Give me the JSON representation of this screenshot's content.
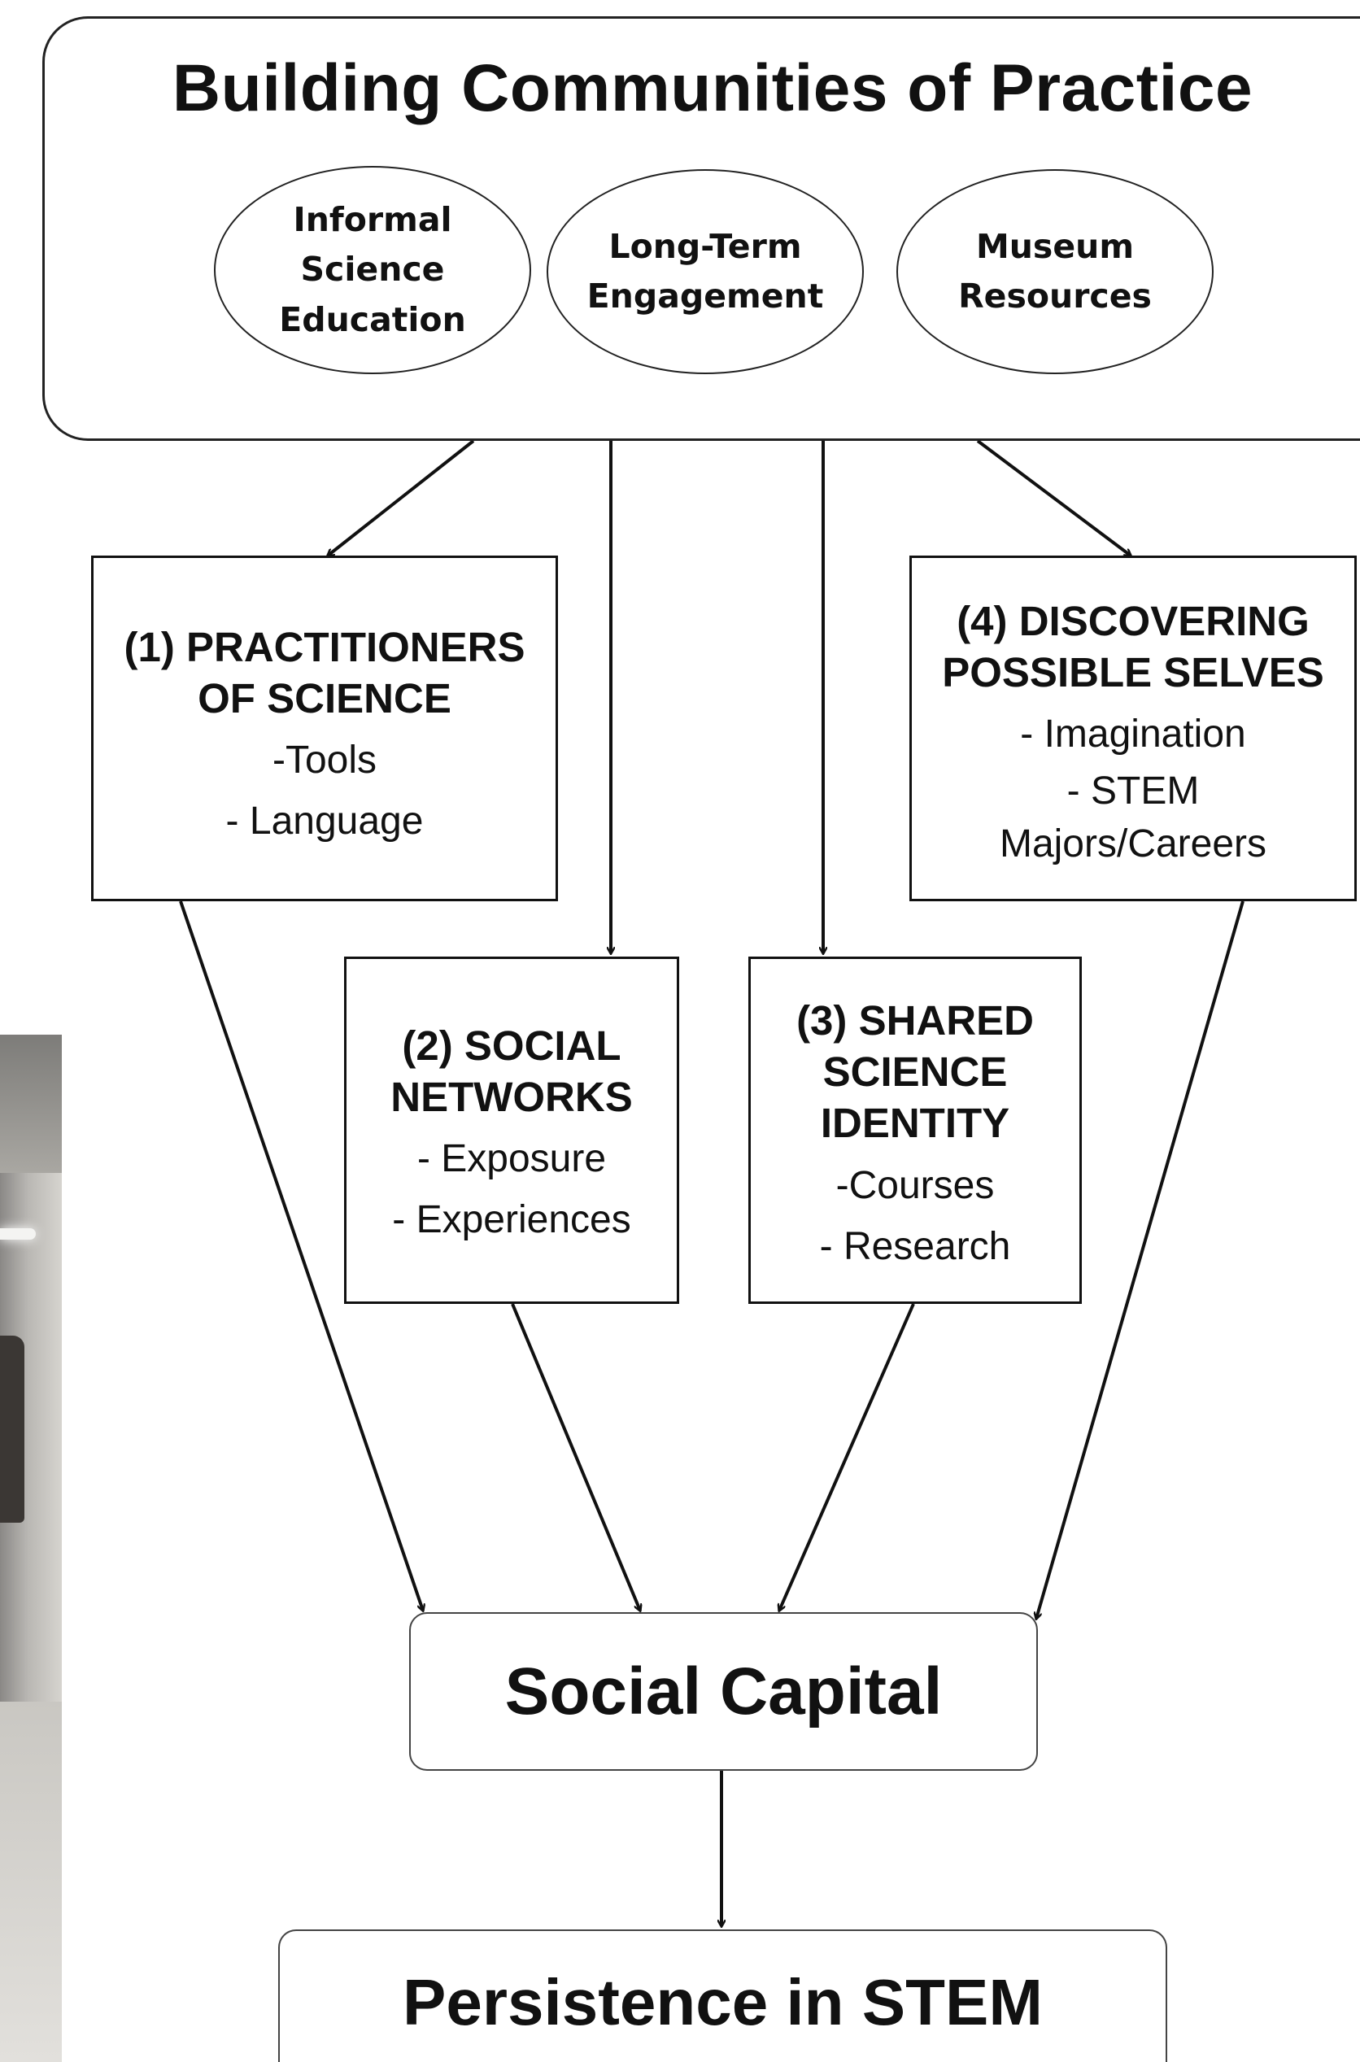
{
  "title": "Building Communities of Practice",
  "ovals": [
    {
      "lines": [
        "Informal",
        "Science",
        "Education"
      ]
    },
    {
      "lines": [
        "Long-Term",
        "Engagement"
      ]
    },
    {
      "lines": [
        "Museum",
        "Resources"
      ]
    }
  ],
  "boxes": {
    "practitioners": {
      "head": [
        "(1) PRACTITIONERS",
        "OF SCIENCE"
      ],
      "items": [
        "-Tools",
        "- Language"
      ]
    },
    "social_networks": {
      "head": [
        "(2) SOCIAL",
        "NETWORKS"
      ],
      "items": [
        "- Exposure",
        "- Experiences"
      ]
    },
    "shared_identity": {
      "head": [
        "(3) SHARED",
        "SCIENCE",
        "IDENTITY"
      ],
      "items": [
        "-Courses",
        "- Research"
      ]
    },
    "possible_selves": {
      "head": [
        "(4) DISCOVERING",
        "POSSIBLE SELVES"
      ],
      "items": [
        "- Imagination",
        "- STEM",
        "Majors/Careers"
      ]
    }
  },
  "social_capital": "Social Capital",
  "persistence": "Persistence in STEM"
}
